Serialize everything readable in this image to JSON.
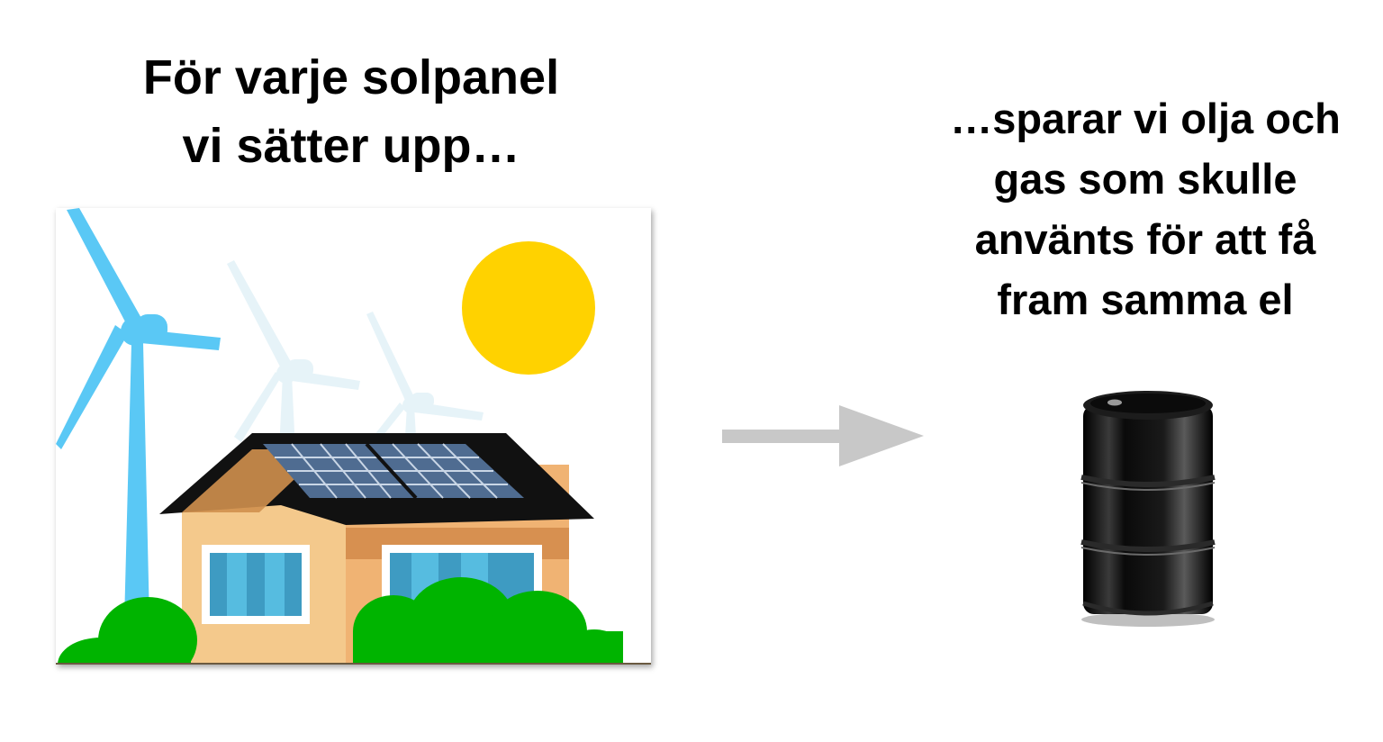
{
  "left_caption": {
    "line1": "För varje solpanel",
    "line2": "vi sätter upp…"
  },
  "right_caption": {
    "line1": "…sparar vi olja och",
    "line2": "gas som skulle",
    "line3": "använts för att få",
    "line4": "fram samma el"
  },
  "icons": {
    "scene": "solar-house-wind-illustration",
    "arrow": "arrow-right-icon",
    "barrel": "oil-barrel-icon"
  },
  "colors": {
    "sun": "#FFD200",
    "turbine": "#5AC8F5",
    "turbine_faded": "#E6F3F8",
    "roof": "#111111",
    "solar_panel": "#4F6C91",
    "wall_light": "#F4C98C",
    "wall_shade": "#F0B373",
    "window_frame": "#FFFFFF",
    "window_glass": "#3E9BC2",
    "bush": "#00B400",
    "arrow": "#C8C8C8",
    "barrel": "#111111"
  }
}
